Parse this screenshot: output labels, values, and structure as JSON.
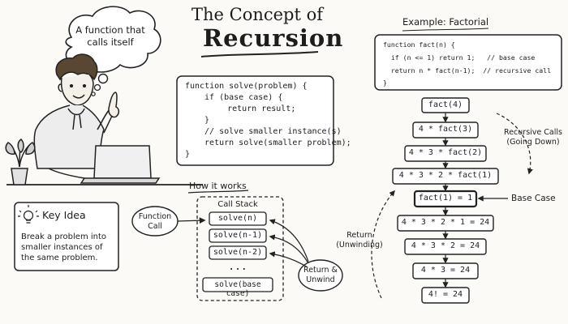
{
  "title": {
    "line1": "The Concept of",
    "line2": "Recursion"
  },
  "thought_bubble": "A function that calls itself",
  "key_idea": {
    "heading": "Key Idea",
    "text": "Break a problem into smaller instances of the same problem."
  },
  "solve_code": [
    "function solve(problem) {",
    "  if (base case) {",
    "    return result;",
    "  }",
    "  // solve smaller instance(s)",
    "  return solve(smaller problem);",
    "}"
  ],
  "how_it_works": {
    "heading": "How it works",
    "function_call": "Function Call",
    "stack_title": "Call Stack",
    "frames": [
      "solve(n)",
      "solve(n-1)",
      "solve(n-2)"
    ],
    "ellipsis": "...",
    "base_frame": "solve(base case)",
    "return_label": "Return & Unwind"
  },
  "example": {
    "heading": "Example: Factorial",
    "code": [
      "function fact(n) {",
      "  if (n <= 1) return 1;   // base case",
      "  return n * fact(n-1);  // recursive call",
      "}"
    ],
    "calls": [
      "fact(4)",
      "4 * fact(3)",
      "4 * 3 * fact(2)",
      "4 * 3 * 2 * fact(1)"
    ],
    "base": "fact(1) = 1",
    "base_label": "Base Case",
    "unwind": [
      "4 * 3 * 2 * 1 = 24",
      "4 * 3 * 2 = 24",
      "4 * 3 = 24",
      "4! = 24"
    ],
    "recursive_calls_label": "Recursive Calls (Going Down)",
    "return_label": "Return (Unwinding)"
  },
  "icons": [
    "lightbulb-icon",
    "person-illustration",
    "laptop-illustration",
    "plant-illustration"
  ]
}
